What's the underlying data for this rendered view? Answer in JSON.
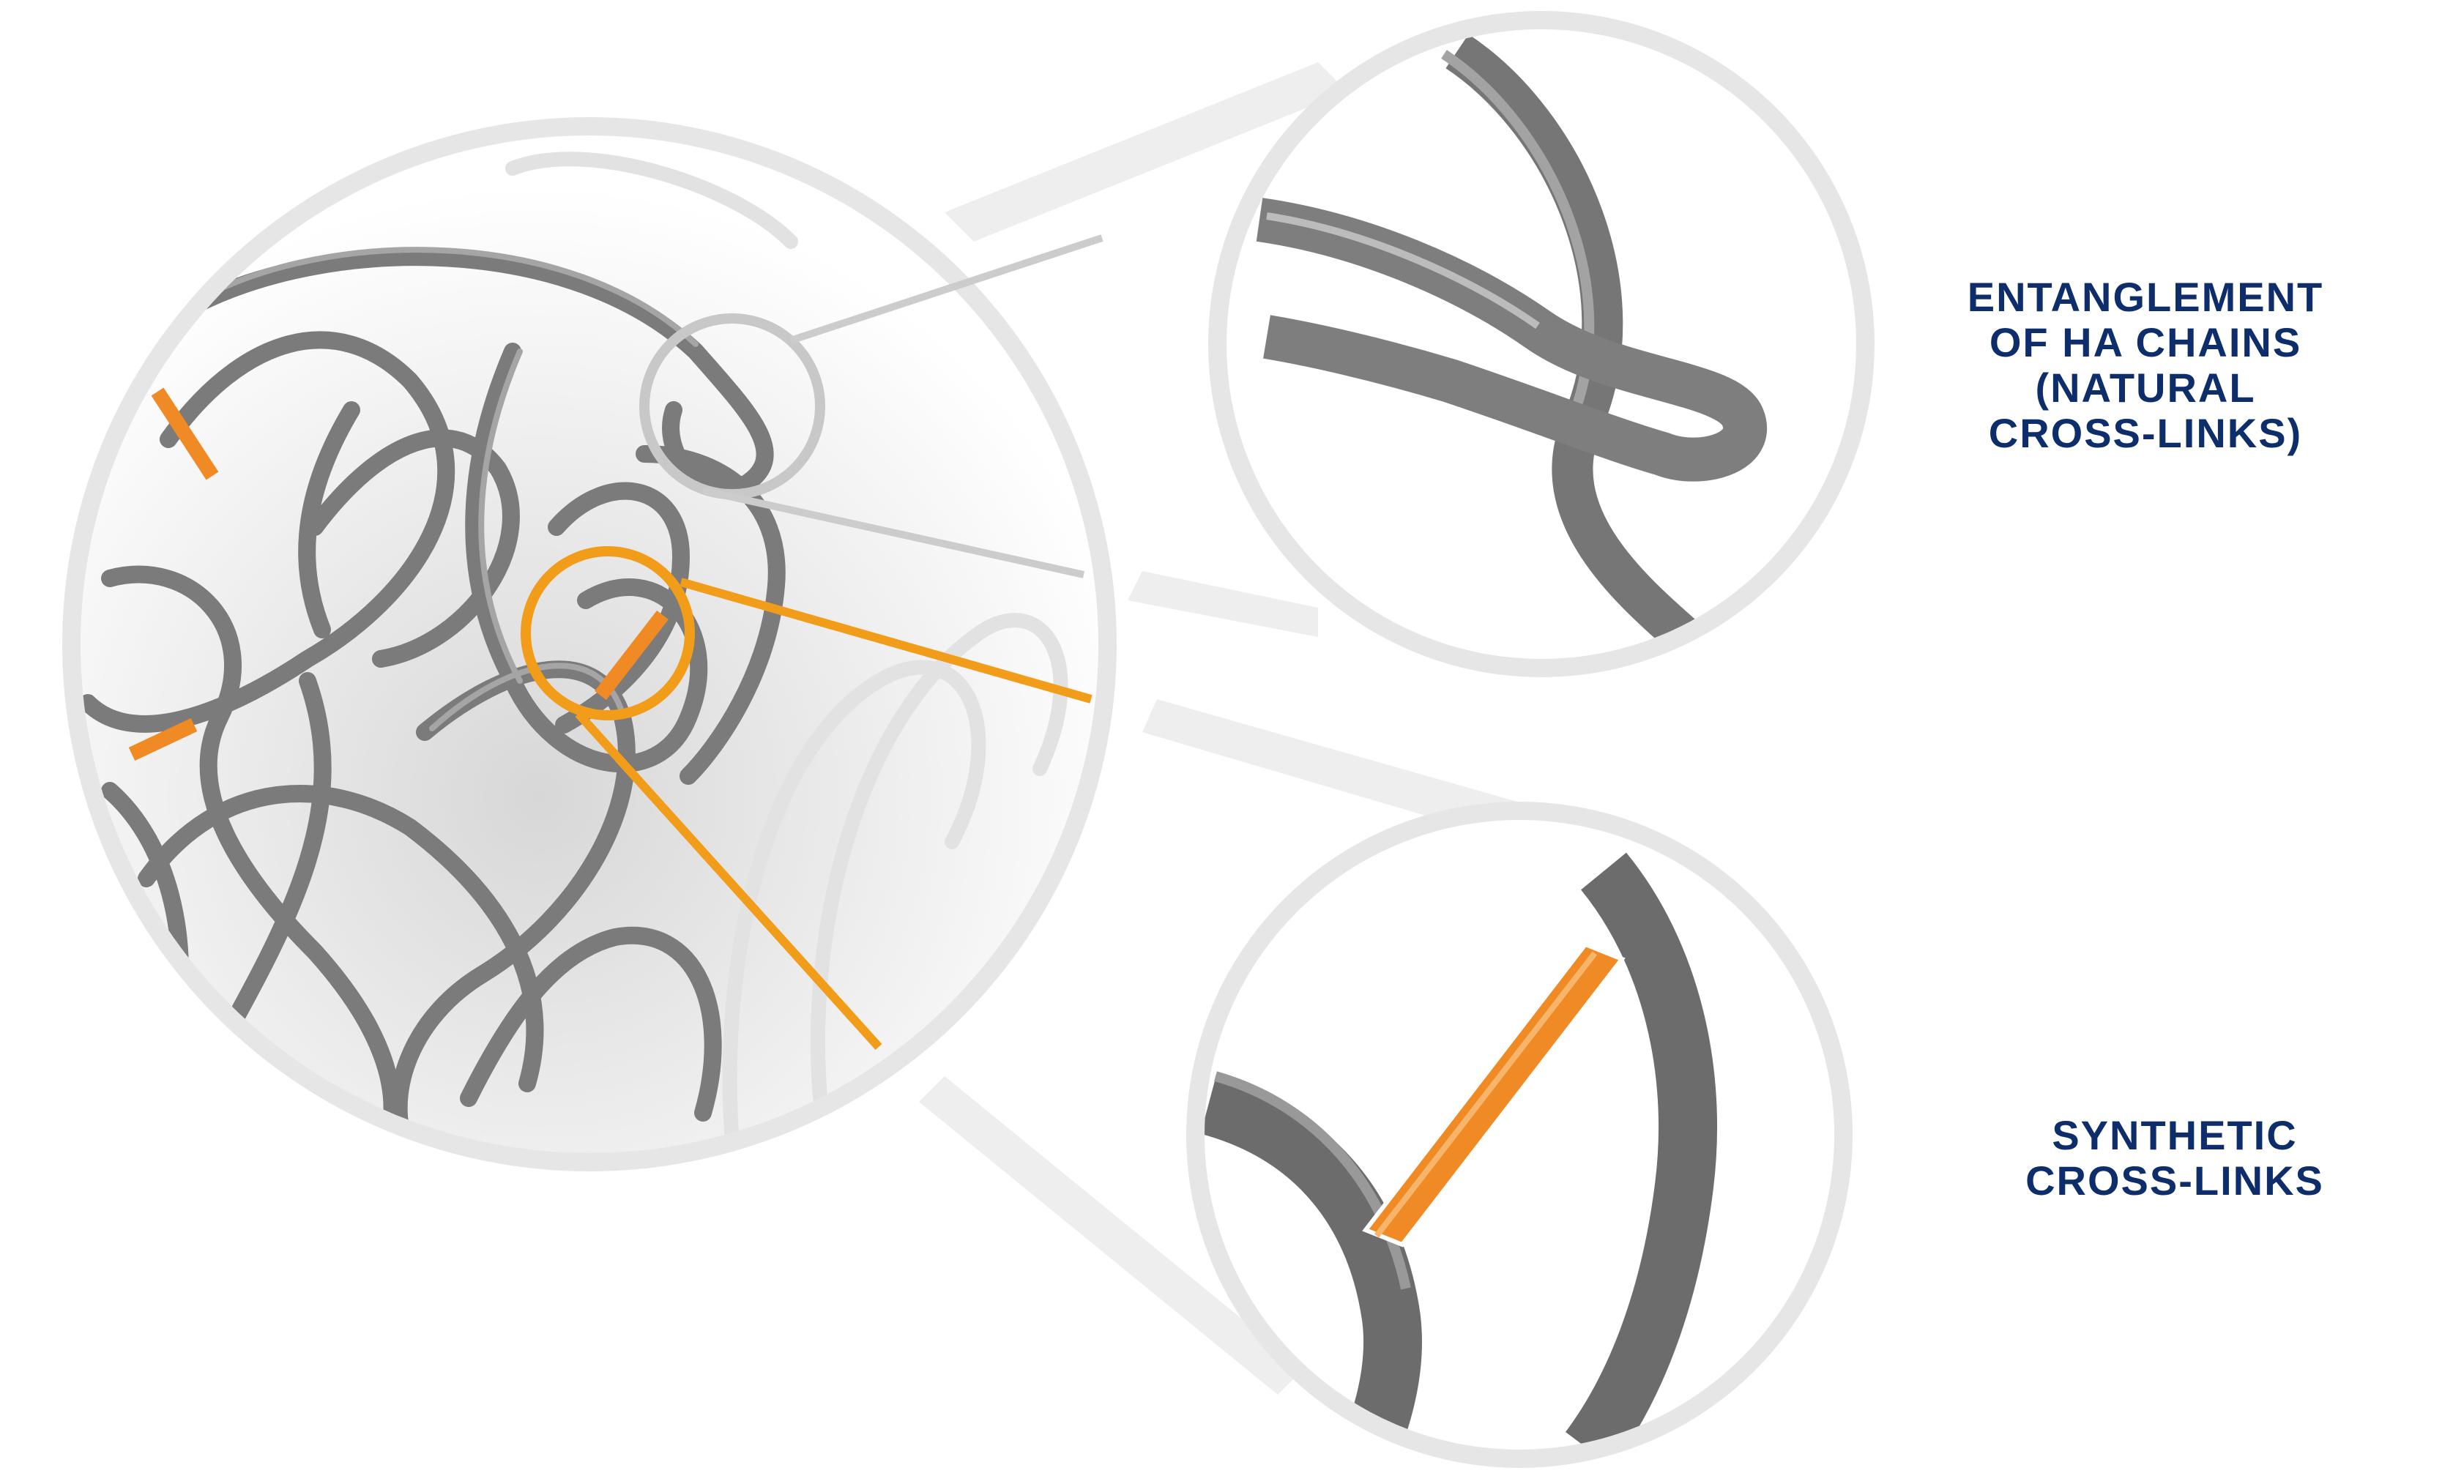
{
  "labels": {
    "natural": {
      "line1": "ENTANGLEMENT",
      "line2": "OF HA CHAINS",
      "line3": "(NATURAL",
      "line4": "CROSS-LINKS)"
    },
    "synthetic": {
      "line1": "SYNTHETIC",
      "line2": "CROSS-LINKS"
    }
  },
  "colors": {
    "chain": "#7c7b7b",
    "chain_highlight": "#a6a5a5",
    "cross_link": "#f08a24",
    "lens_rim": "#e6e6e6",
    "callout_gray": "#c8c8c8",
    "callout_orange": "#f29d1a",
    "label_text": "#0d2d6b"
  }
}
